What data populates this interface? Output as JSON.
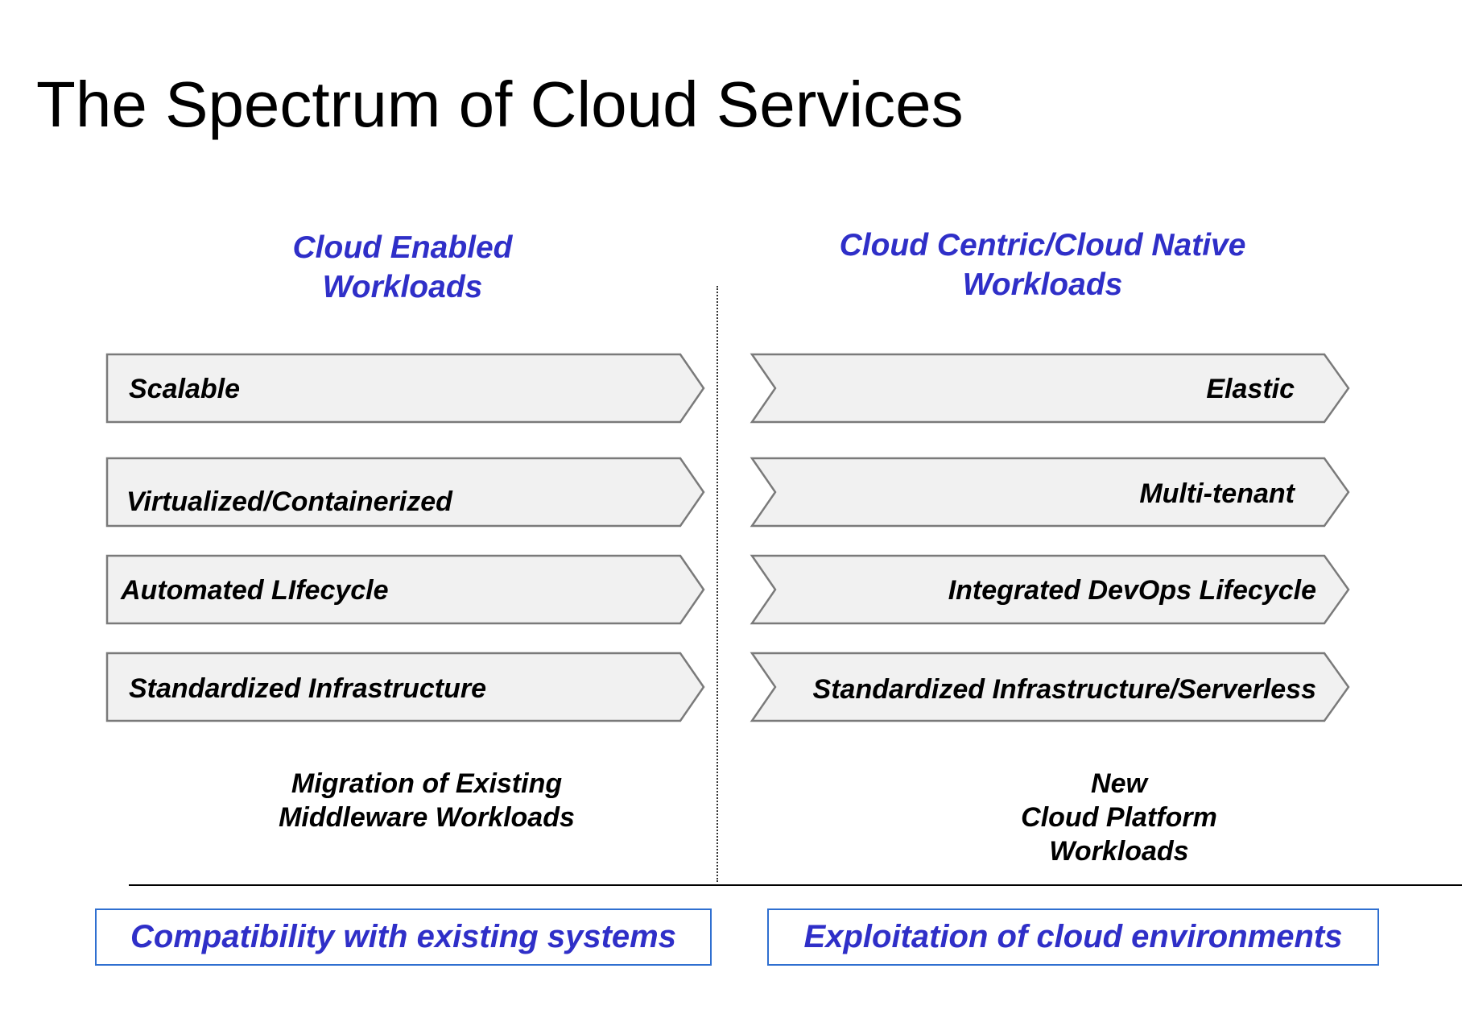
{
  "title": "The Spectrum of Cloud Services",
  "left_column": {
    "heading_lines": [
      "Cloud Enabled",
      "Workloads"
    ],
    "items": [
      "Scalable",
      "Virtualized/Containerized",
      "Automated LIfecycle",
      "Standardized Infrastructure"
    ],
    "caption_lines": [
      "Migration of Existing",
      "Middleware Workloads"
    ],
    "footer_box": "Compatibility with existing systems"
  },
  "right_column": {
    "heading_lines": [
      "Cloud Centric/Cloud Native",
      "Workloads"
    ],
    "items": [
      "Elastic",
      "Multi-tenant",
      "Integrated DevOps Lifecycle",
      "Standardized Infrastructure/Serverless"
    ],
    "caption_lines": [
      "New",
      "Cloud Platform",
      "Workloads"
    ],
    "footer_box": "Exploitation of cloud environments"
  },
  "colors": {
    "heading_blue": "#2f2fc8",
    "box_border_blue": "#2f6fd0",
    "arrow_fill": "#f1f1f1",
    "arrow_stroke": "#7a7a7a"
  }
}
